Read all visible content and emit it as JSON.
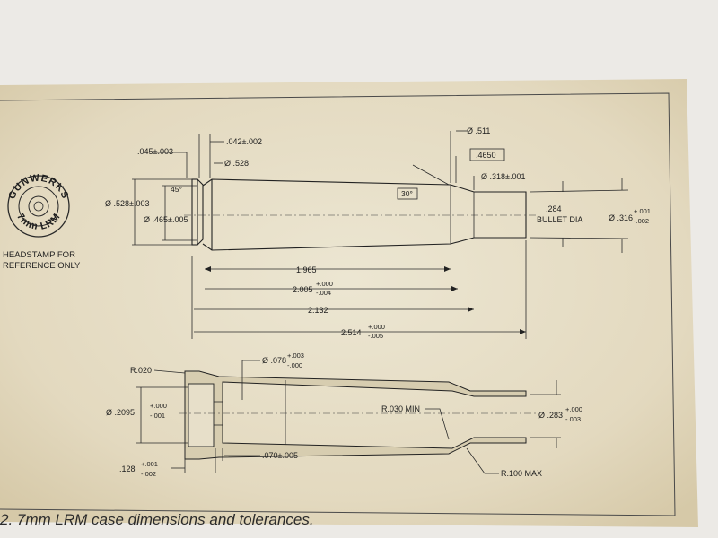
{
  "caption": "2. 7mm LRM case dimensions and tolerances.",
  "headstamp": {
    "brand": "GUNWERKS",
    "caliber": "7mm LRM",
    "note_line1": "HEADSTAMP FOR",
    "note_line2": "REFERENCE ONLY"
  },
  "top_view": {
    "rim_thickness": ".045±.003",
    "extractor_groove": ".042±.002",
    "body_dia_head": "Ø .528",
    "rim_dia": "Ø .528±.003",
    "groove_dia": "Ø .465±.005",
    "bevel_angle": "45°",
    "shoulder_angle": "30°",
    "shoulder_dia": "Ø .511",
    "datum": ".4650",
    "neck_dia": "Ø .318±.001",
    "bullet_dia_value": ".284",
    "bullet_dia_label": "BULLET DIA",
    "bullet_dia_callout": "Ø .316",
    "bullet_dia_tol_upper": "+.001",
    "bullet_dia_tol_lower": "-.002",
    "len_shoulder": "1.965",
    "len_datum": "2.005",
    "len_datum_tol_upper": "+.000",
    "len_datum_tol_lower": "-.004",
    "len_neck": "2.132",
    "len_total": "2.514",
    "len_total_tol_upper": "+.000",
    "len_total_tol_lower": "-.005"
  },
  "section_view": {
    "rim_radius": "R.020",
    "primer_dia": "Ø .2095",
    "primer_dia_tol_upper": "+.000",
    "primer_dia_tol_lower": "-.001",
    "flash_hole": "Ø .078",
    "flash_hole_tol_upper": "+.003",
    "flash_hole_tol_lower": "-.000",
    "shoulder_radius": "R.030 MIN",
    "inner_neck_dia": "Ø .283",
    "inner_neck_tol_upper": "+.000",
    "inner_neck_tol_lower": "-.003",
    "pocket_depth": ".128",
    "pocket_depth_tol_upper": "+.001",
    "pocket_depth_tol_lower": "-.002",
    "web_thickness": ".070±.005",
    "neck_radius": "R.100 MAX"
  },
  "colors": {
    "paper": "#e7dfc9",
    "ink": "#222222",
    "background": "#eceae6"
  }
}
